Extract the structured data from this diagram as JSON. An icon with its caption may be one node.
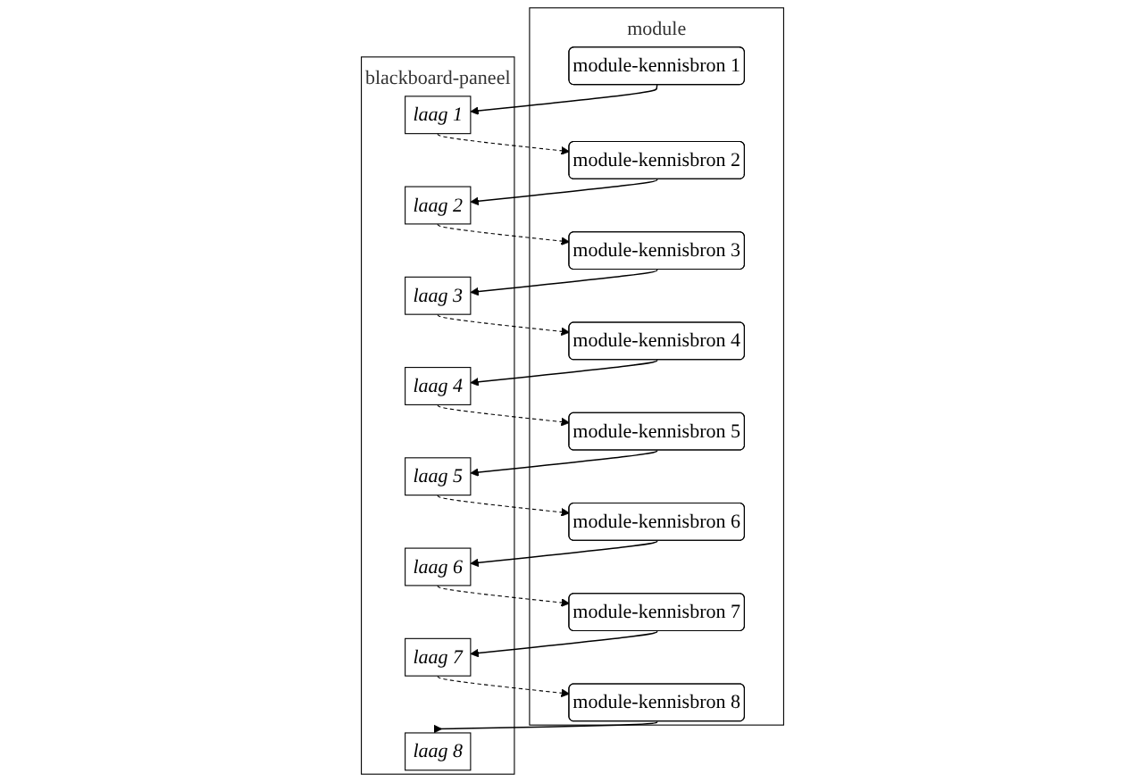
{
  "diagram": {
    "nodes": [
      {
        "text": [
          "blackboard-paneel"
        ]
      },
      {
        "text": [
          "laag 1"
        ],
        "in": 0
      },
      {
        "text": [
          "laag 2"
        ],
        "in": 0
      },
      {
        "text": [
          "laag 3"
        ],
        "in": 0
      },
      {
        "text": [
          "laag 4"
        ],
        "in": 0
      },
      {
        "text": [
          "laag 5"
        ],
        "in": 0
      },
      {
        "text": [
          "laag 6"
        ],
        "in": 0
      },
      {
        "text": [
          "laag 7"
        ],
        "in": 0
      },
      {
        "text": [
          "laag 8"
        ],
        "in": 0
      },
      {
        "text": [
          "module"
        ]
      },
      {
        "text": [
          "module-kennisbron 1"
        ],
        "in": 9
      },
      {
        "text": [
          "module-kennisbron 2"
        ],
        "in": 9
      },
      {
        "text": [
          "module-kennisbron 3"
        ],
        "in": 9
      },
      {
        "text": [
          "module-kennisbron 4"
        ],
        "in": 9
      },
      {
        "text": [
          "module-kennisbron 5"
        ],
        "in": 9
      },
      {
        "text": [
          "module-kennisbron 6"
        ],
        "in": 9
      },
      {
        "text": [
          "module-kennisbron 7"
        ],
        "in": 9
      },
      {
        "text": [
          "module-kennisbron 8"
        ],
        "in": 9
      }
    ],
    "edges": [
      {
        "from": 10,
        "to": 1,
        "arrow": "to"
      },
      {
        "from": 11,
        "to": 2,
        "arrow": "to"
      },
      {
        "from": 12,
        "to": 3,
        "arrow": "to"
      },
      {
        "from": 13,
        "to": 4,
        "arrow": "to"
      },
      {
        "from": 14,
        "to": 5,
        "arrow": "to"
      },
      {
        "from": 15,
        "to": 6,
        "arrow": "to"
      },
      {
        "from": 16,
        "to": 7,
        "arrow": "to"
      },
      {
        "from": 17,
        "to": 8,
        "arrow": "to"
      },
      {
        "from": 1,
        "to": 11,
        "arrow": "to",
        "style": "dashed"
      },
      {
        "from": 2,
        "to": 12,
        "arrow": "to",
        "style": "dashed"
      },
      {
        "from": 3,
        "to": 13,
        "arrow": "to",
        "style": "dashed"
      },
      {
        "from": 4,
        "to": 14,
        "arrow": "to",
        "style": "dashed"
      },
      {
        "from": 5,
        "to": 15,
        "arrow": "to",
        "style": "dashed"
      },
      {
        "from": 6,
        "to": 16,
        "arrow": "to",
        "style": "dashed"
      },
      {
        "from": 7,
        "to": 17,
        "arrow": "to",
        "style": "dashed"
      }
    ]
  }
}
